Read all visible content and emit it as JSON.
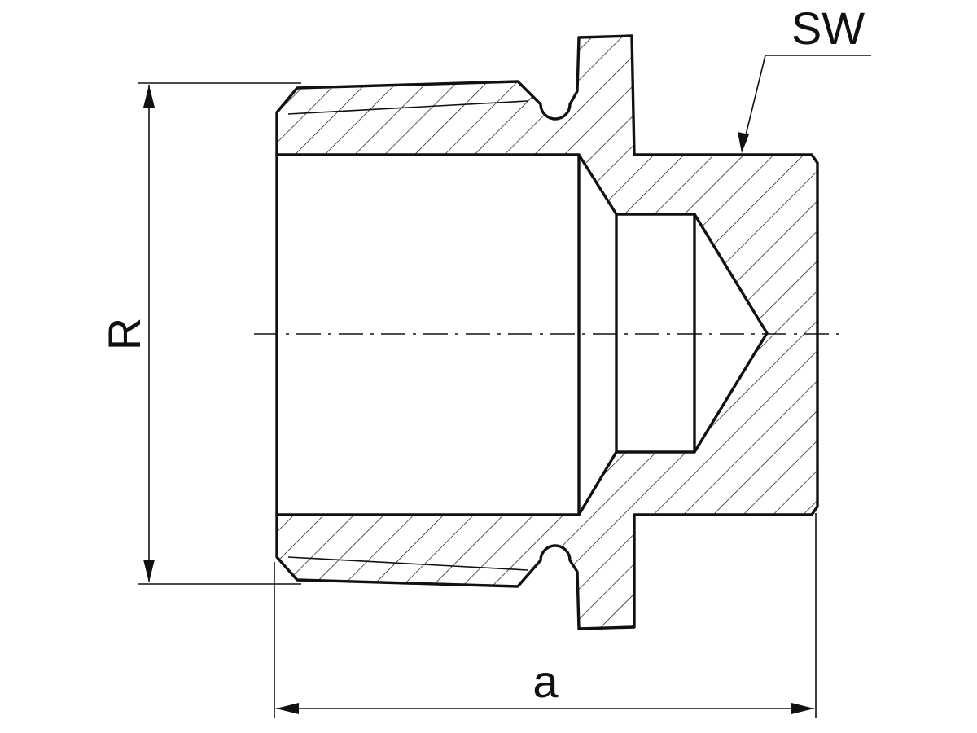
{
  "labels": {
    "wrench_size": "SW",
    "thread_diameter": "R",
    "length": "a"
  },
  "colors": {
    "line": "#111111",
    "background": "#ffffff"
  }
}
